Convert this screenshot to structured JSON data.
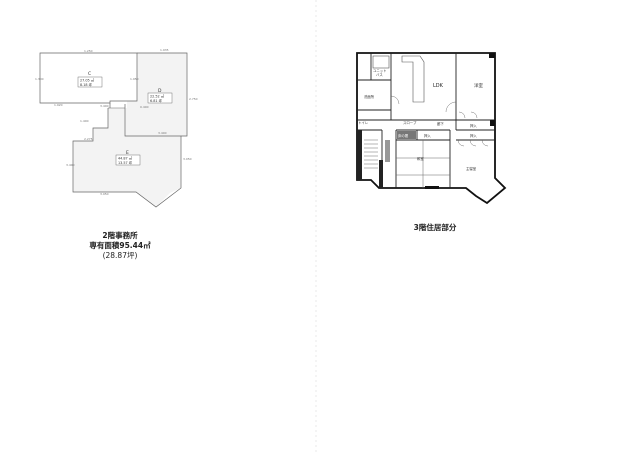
{
  "left_plan": {
    "title": "2階事務所",
    "area_line": "専有面積95.44㎡",
    "tsubo_line": "(28.87坪)",
    "rooms": [
      {
        "id": "C",
        "area_m2": "27.05 ㎡",
        "area_tsubo": "8.18 坪"
      },
      {
        "id": "D",
        "area_m2": "22.52 ㎡",
        "area_tsubo": "6.81 坪"
      },
      {
        "id": "E",
        "area_m2": "44.87 ㎡",
        "area_tsubo": "13.57 坪"
      }
    ],
    "dimensions": {
      "c_top": "1.250",
      "d_top": "1.935",
      "c_left": "1.300",
      "d_left": "1.950",
      "d_right": "2.750",
      "c_bottom": "1.920",
      "notch_a": "1.400",
      "notch_b": "3.400",
      "notch_c": "0.400",
      "step_v": "0.900",
      "step_h": "1.950",
      "d_bottom": "3.400",
      "e_upper": "2.275",
      "e_left": "3.400",
      "e_right": "3.050",
      "e_bottom": "3.950",
      "e_diag1": "1.400",
      "e_diag2": "1.800"
    }
  },
  "right_plan": {
    "title": "3階住居部分",
    "rooms": {
      "unit_bath": "ユニット\nバス",
      "unit_bath_l1": "ユニット",
      "unit_bath_l2": "バス",
      "washroom": "洗面所",
      "ldk": "LDK",
      "western": "洋室",
      "slope": "スロープ",
      "corridor": "廊下",
      "toilet": "トイレ",
      "tokonoma": "床の間",
      "closet1": "押入",
      "closet2": "押入",
      "closet3": "押入",
      "japanese": "和室",
      "master": "主寝室",
      "fridge": "冷蔵庫",
      "washer": "洗",
      "storage": "物入"
    }
  }
}
